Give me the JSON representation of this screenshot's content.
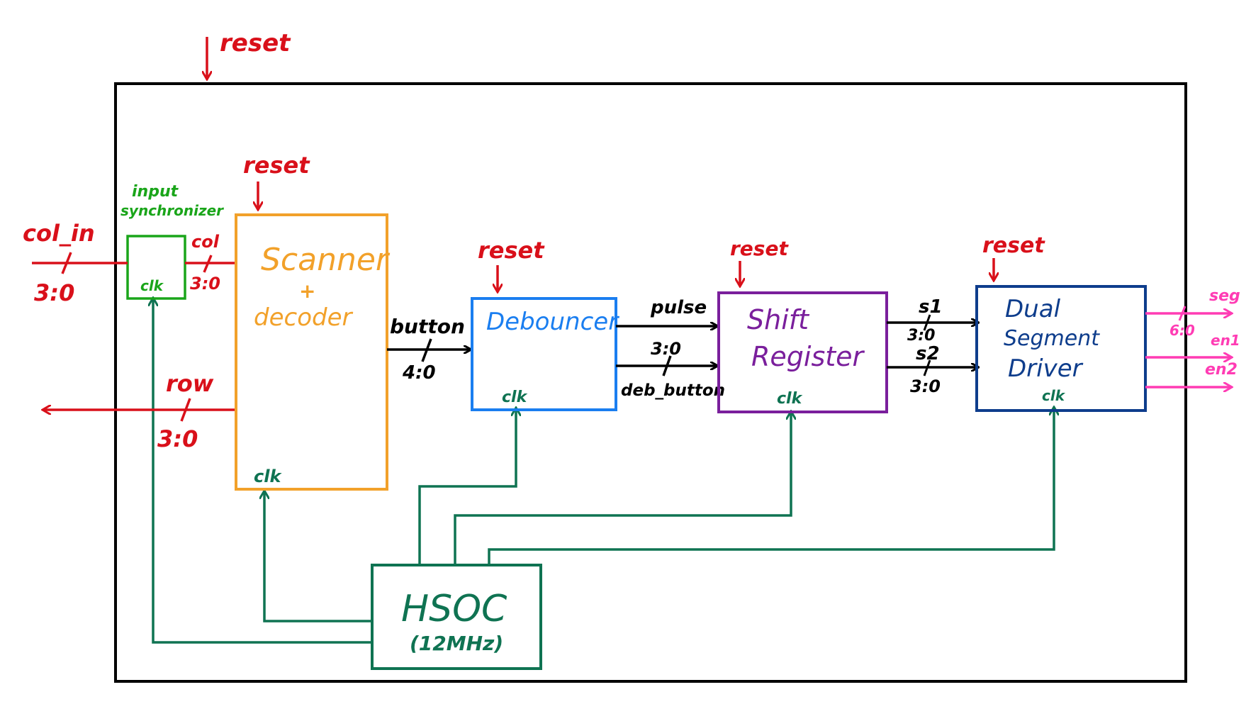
{
  "colors": {
    "red": "#d9101a",
    "green_sync": "#1aa51a",
    "orange": "#f2a12a",
    "blue": "#1a7ef0",
    "purple": "#7a1f9c",
    "navy": "#0e3d8c",
    "teal": "#0f7352",
    "pink": "#ff3cb4",
    "black": "#000000"
  },
  "top_reset": "reset",
  "input_synchronizer": {
    "title_line1": "input",
    "title_line2": "synchronizer",
    "clk": "clk"
  },
  "scanner": {
    "reset": "reset",
    "line1": "Scanner",
    "line2": "+",
    "line3": "decoder",
    "clk": "clk"
  },
  "debouncer": {
    "reset": "reset",
    "title": "Debouncer",
    "clk": "clk"
  },
  "shift_register": {
    "reset": "reset",
    "line1": "Shift",
    "line2": "Register",
    "clk": "clk"
  },
  "dual_segment_driver": {
    "reset": "reset",
    "line1": "Dual",
    "line2": "Segment",
    "line3": "Driver",
    "clk": "clk"
  },
  "hsoc": {
    "title": "HSOC",
    "subtitle": "(12MHz)"
  },
  "signals": {
    "col_in": "col_in",
    "col_in_width": "3:0",
    "col": "col",
    "col_width": "3:0",
    "row": "row",
    "row_width": "3:0",
    "button": "button",
    "button_width": "4:0",
    "pulse": "pulse",
    "deb_button_width": "3:0",
    "deb_button": "deb_button",
    "s1": "s1",
    "s1_width": "3:0",
    "s2": "s2",
    "s2_width": "3:0",
    "seg": "seg",
    "seg_width": "6:0",
    "en1": "en1",
    "en2": "en2"
  }
}
